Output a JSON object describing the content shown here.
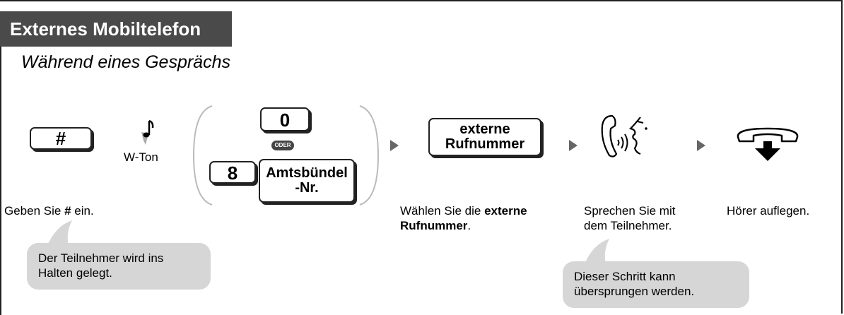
{
  "title": "Externes Mobiltelefon",
  "subtitle": "Während eines Gesprächs",
  "step1": {
    "key": "#",
    "caption_prefix": "Geben Sie ",
    "caption_bold": "#",
    "caption_suffix": " ein."
  },
  "tone": {
    "label": "W-Ton",
    "icon": "music-note-icon"
  },
  "options": {
    "key_zero": "0",
    "or_badge": "ODER",
    "key_eight": "8",
    "trunk_line1": "Amtsbündel",
    "trunk_line2": "-Nr."
  },
  "step2": {
    "key_line1": "externe",
    "key_line2": "Rufnummer",
    "caption_prefix": "Wählen Sie die ",
    "caption_bold1": "externe",
    "caption_bold2": "Rufnummer",
    "caption_suffix": "."
  },
  "step3": {
    "icon": "talk-icon",
    "caption_line1": "Sprechen Sie mit",
    "caption_line2": "dem Teilnehmer."
  },
  "step4": {
    "icon": "hang-up-icon",
    "caption": "Hörer auflegen."
  },
  "bubble_hold": {
    "line1": "Der Teilnehmer wird ins",
    "line2": "Halten gelegt."
  },
  "bubble_skip": {
    "line1": "Dieser Schritt kann",
    "line2": "übersprungen werden."
  },
  "colors": {
    "title_bg": "#4a4a4a",
    "bubble_bg": "#d6d6d6",
    "arrow": "#666666"
  }
}
